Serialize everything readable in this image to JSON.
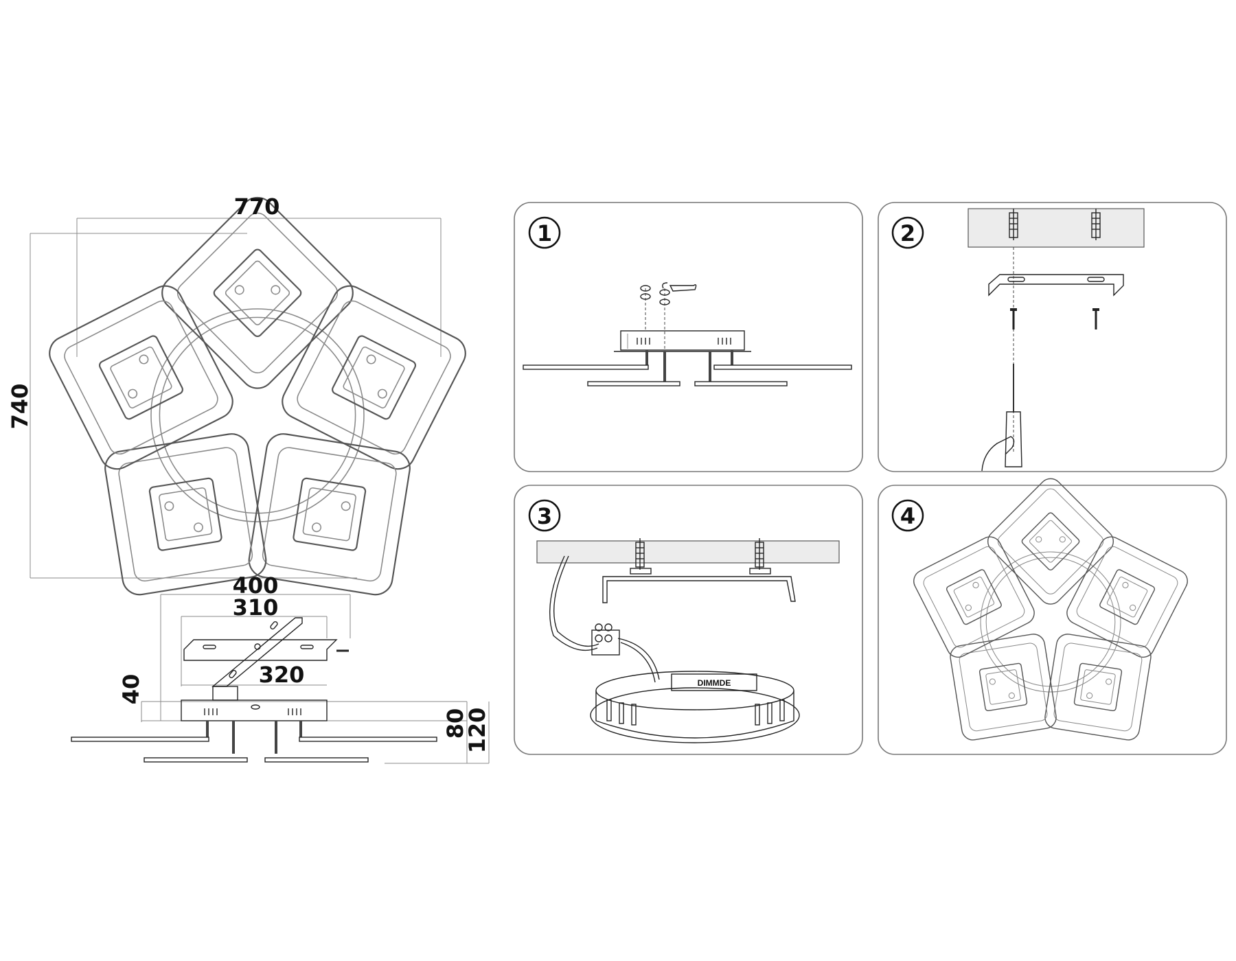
{
  "dimensions": {
    "width": "770",
    "height": "740",
    "bracket_total": "400",
    "bracket_holes": "310",
    "base_length": "320",
    "base_gap": "40",
    "body_height": "80",
    "total_height": "120"
  },
  "steps": [
    {
      "number": "1"
    },
    {
      "number": "2"
    },
    {
      "number": "3",
      "label": "DIMMDE"
    },
    {
      "number": "4"
    }
  ]
}
